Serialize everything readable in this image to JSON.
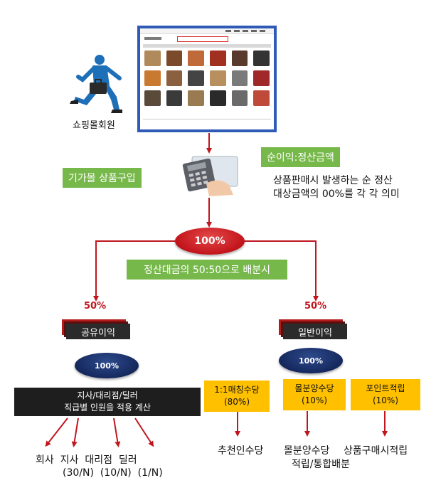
{
  "member_label": "쇼핑몰회원",
  "purchase_label": "기가몰 상품구입",
  "profit_label": "순이익:정산금액",
  "profit_desc_line1": "상품판매시 발생하는 순 정산",
  "profit_desc_line2": "대상금액의 00%를 각 각 의미",
  "center_percent": "100%",
  "split_label": "정산대금의 50:50으로 배분시",
  "left_percent": "50%",
  "right_percent": "50%",
  "left_header": "공유이익",
  "right_header": "일반이익",
  "left_inner_percent": "100%",
  "right_inner_percent": "100%",
  "left_box_line1": "지사/대리점/딜러",
  "left_box_line2": "직급별 인원을 적용 계산",
  "yellow1_line1": "1:1매칭수당",
  "yellow1_line2": "(80%)",
  "yellow2_line1": "몰분양수당",
  "yellow2_line2": "(10%)",
  "yellow3_line1": "포인트적립",
  "yellow3_line2": "(10%)",
  "bottom_left_line1": "회사  지사  대리점  딜러",
  "bottom_left_line2": "(30/N)  (10/N)  (1/N)",
  "bottom_r1": "추천인수당",
  "bottom_r2_line1": "몰분양수당",
  "bottom_r2_line2": "적립/통합배분",
  "bottom_r3": "상품구매시적립",
  "colors": {
    "arrow_red": "#c0161e",
    "green": "#77b84a",
    "yellow": "#ffc000",
    "navy": "#13265a",
    "screen_border": "#2f5bb6"
  },
  "icons": [
    "businessman-running-icon",
    "shopping-mall-screenshot",
    "card-payment-icon"
  ]
}
